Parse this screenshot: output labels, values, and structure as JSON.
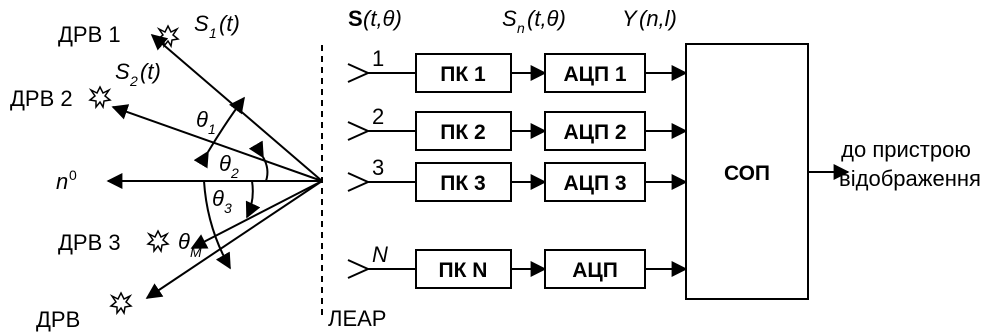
{
  "sources": {
    "drv1": "ДРВ 1",
    "drv2": "ДРВ 2",
    "drv3": "ДРВ 3",
    "drv": "ДРВ",
    "s1": "S",
    "s1_sub": "1",
    "s1_arg": "(t)",
    "s2": "S",
    "s2_sub": "2",
    "s2_arg": "(t)",
    "normal": "n",
    "normal_sup": "0"
  },
  "angles": {
    "t1": "θ",
    "t1_sub": "1",
    "t2": "θ",
    "t2_sub": "2",
    "t3": "θ",
    "t3_sub": "3",
    "tM": "θ",
    "tM_sub": "M"
  },
  "array": {
    "label": "ЛЕАР",
    "signal_bold": "S",
    "signal_arg": "(t,θ)",
    "elements": [
      "1",
      "2",
      "3",
      "N"
    ]
  },
  "signals": {
    "sn": "S",
    "sn_sub": "n",
    "sn_arg": "(t,θ)",
    "y": "Y",
    "y_arg": "(n,l)"
  },
  "blocks": {
    "pk": [
      "ПК 1",
      "ПК 2",
      "ПК 3",
      "ПК N"
    ],
    "adc": [
      "АЦП 1",
      "АЦП 2",
      "АЦП 3",
      "АЦП"
    ],
    "sop": "СОП"
  },
  "output": {
    "line1": "до пристрою",
    "line2": "відображення"
  }
}
